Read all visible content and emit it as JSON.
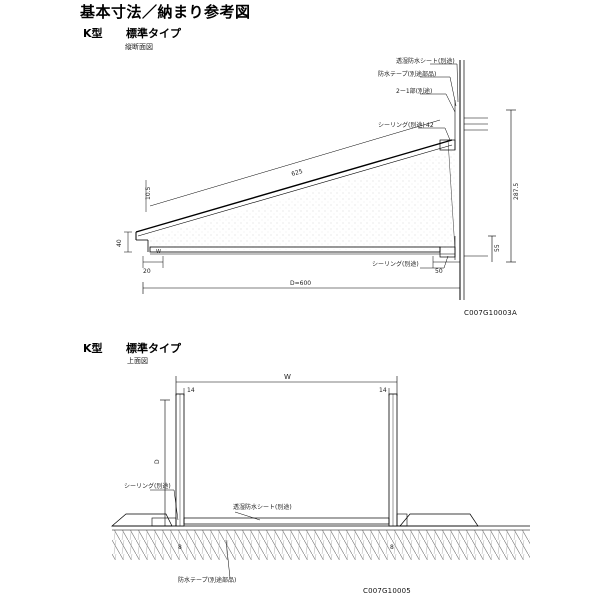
{
  "title": "基本寸法／納まり参考図",
  "section1": {
    "heading_model": "K型",
    "heading_type": "標準タイプ",
    "subheading": "縦断面図",
    "code": "C007G10003A",
    "labels": {
      "water_sheet": "透湿防水シート(別途)",
      "tape": "防水テープ(別途部品)",
      "deck": "2ー1部(別途)",
      "sealing_top": "シーリング(別途)",
      "sealing_bottom": "シーリング(別途)"
    },
    "dims": {
      "slope_length": "625",
      "slope_rise": "10.5",
      "height": "287.5",
      "front_h": "40",
      "front_w": "20",
      "back_w": "50",
      "right_dim": "55",
      "depth": "D=600",
      "mark_w": "W",
      "top_small": "42"
    }
  },
  "section2": {
    "heading_model": "K型",
    "heading_type": "標準タイプ",
    "subheading": "上面図",
    "code": "C007G10005",
    "labels": {
      "sealing": "シーリング(別途)",
      "water_sheet": "透湿防水シート(別途)",
      "tape": "防水テープ(別途部品)"
    },
    "dims": {
      "width": "W",
      "left_post": "14",
      "right_post": "14",
      "depth": "D",
      "left_small": "8",
      "right_small": "8"
    }
  }
}
